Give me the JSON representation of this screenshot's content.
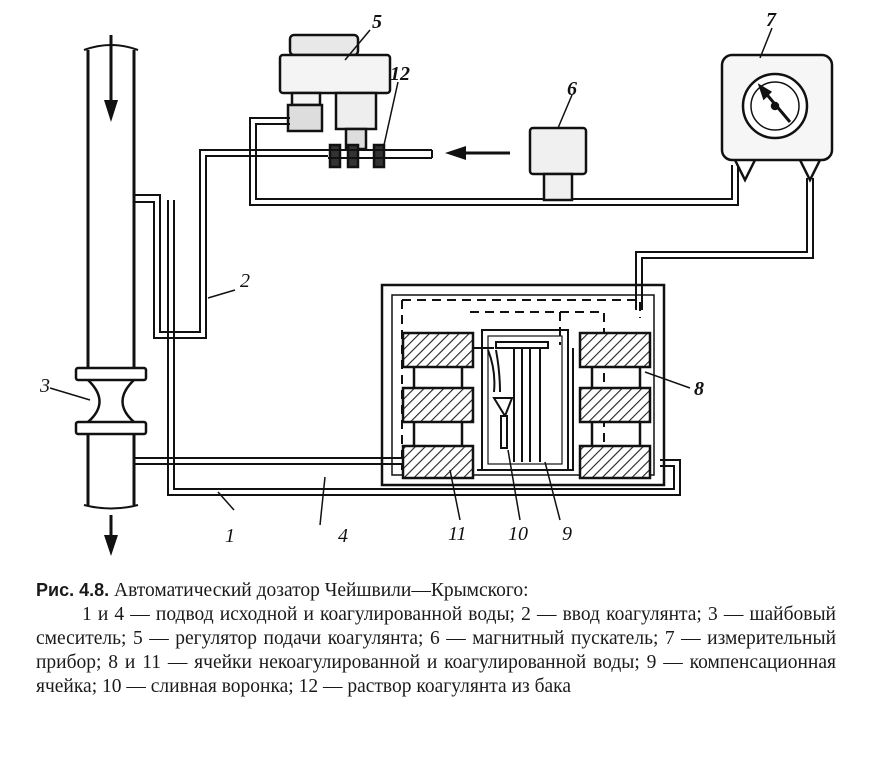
{
  "labels": {
    "l1": "1",
    "l2": "2",
    "l3": "3",
    "l4": "4",
    "l5": "5",
    "l6": "6",
    "l7": "7",
    "l8": "8",
    "l9": "9",
    "l10": "10",
    "l11": "11",
    "l12": "12"
  },
  "caption": {
    "fig_number": "Рис. 4.8.",
    "title": "Автоматический дозатор Чейшвили—Крымского:",
    "body": "1 и 4 — подвод исходной и коагулированной воды; 2 — ввод коагулянта; 3 — шайбовый смеситель; 5 — регулятор подачи коагулянта; 6 — магнитный пускатель; 7 — измерительный прибор; 8 и 11 — ячейки некоагулированной и коагулированной воды; 9 — компенсационная ячейка; 10 — сливная воронка; 12 — раствор коагулянта из бака"
  }
}
